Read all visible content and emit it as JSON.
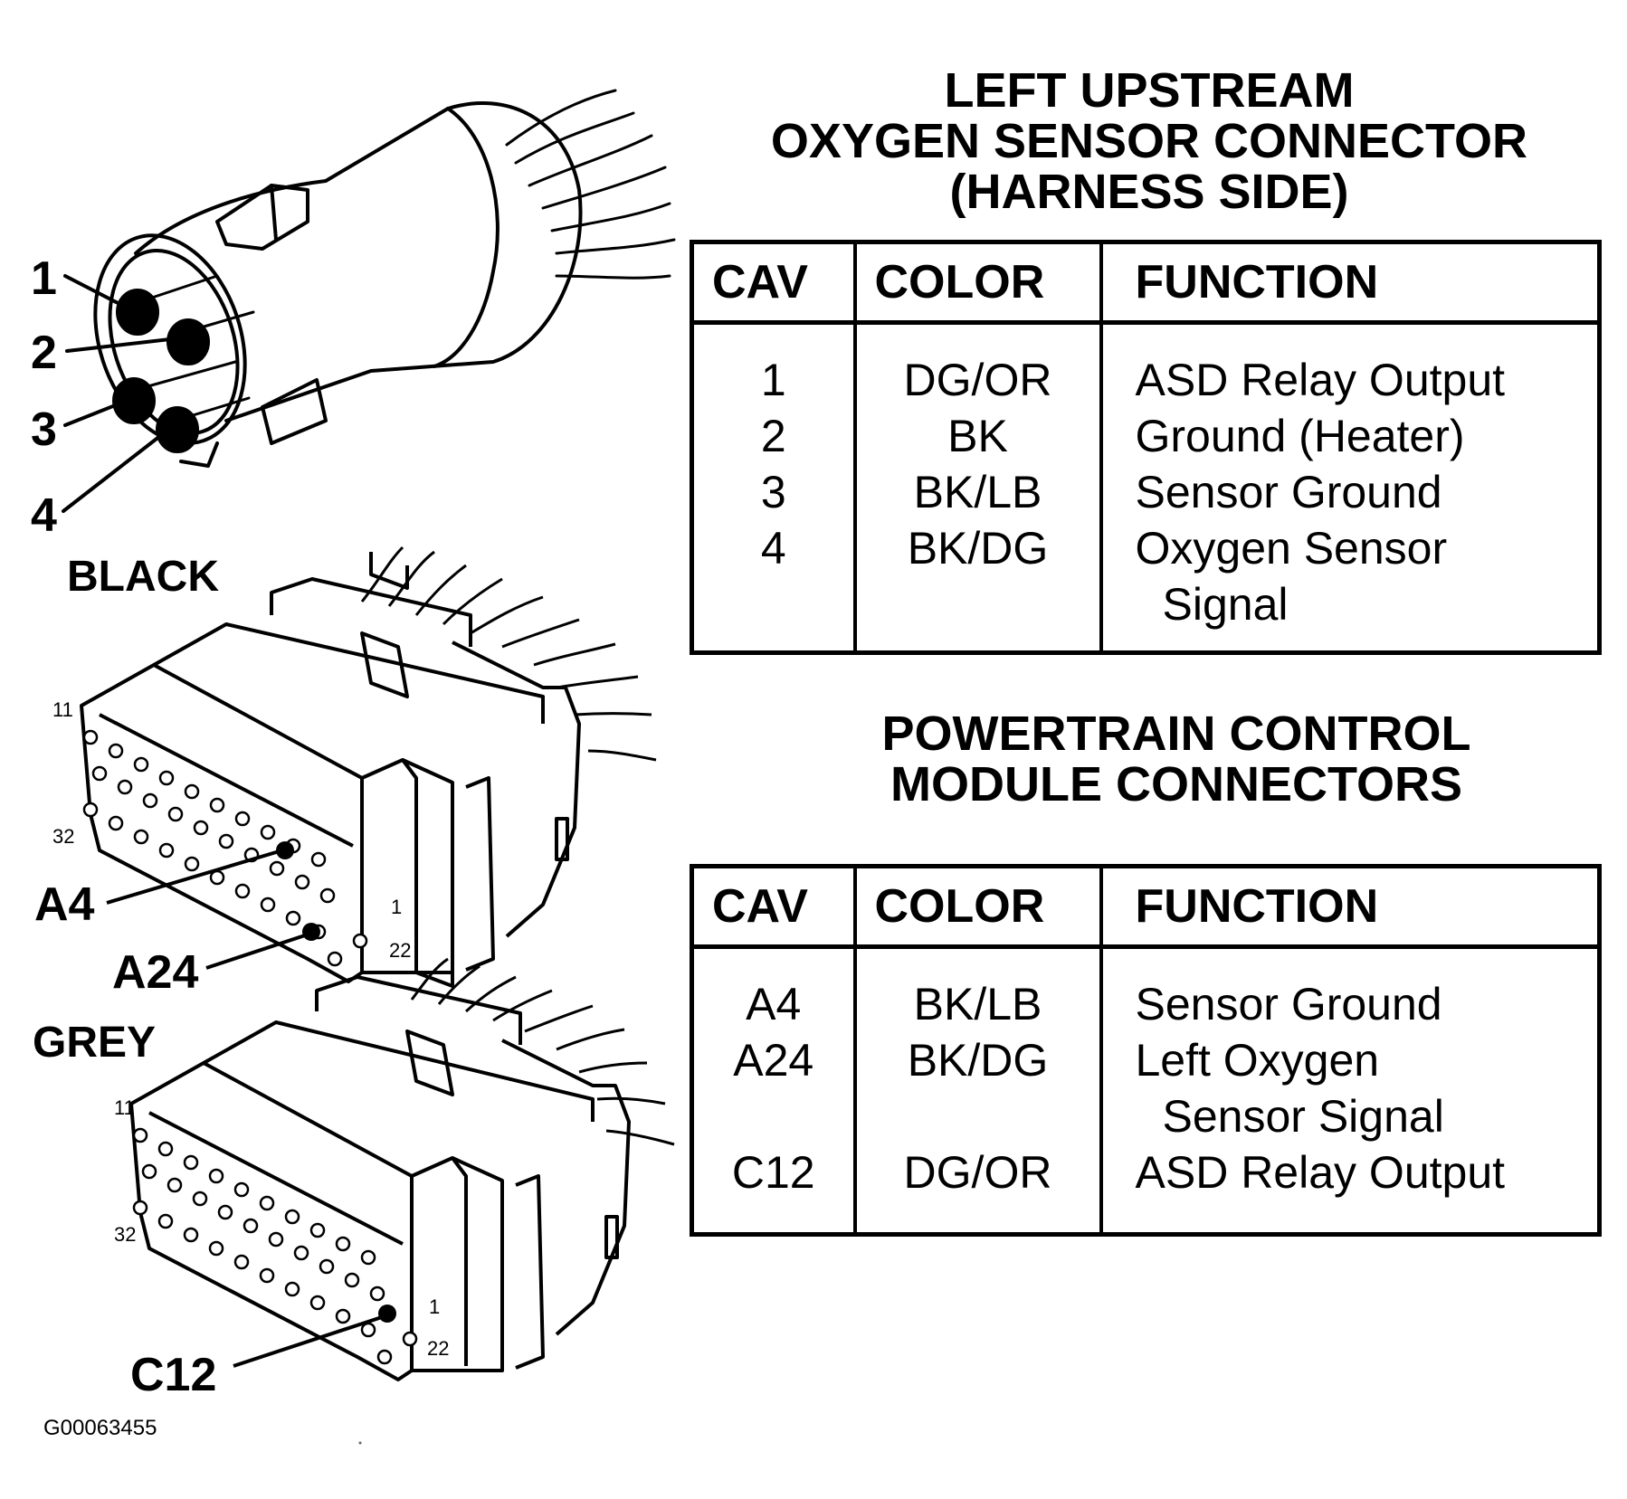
{
  "o2_section": {
    "title_lines": [
      "LEFT UPSTREAM",
      "OXYGEN SENSOR CONNECTOR",
      "(HARNESS SIDE)"
    ],
    "headers": [
      "CAV",
      "COLOR",
      "FUNCTION"
    ],
    "rows": [
      {
        "cav": "1",
        "color": "DG/OR",
        "function": [
          "ASD Relay Output"
        ]
      },
      {
        "cav": "2",
        "color": "BK",
        "function": [
          "Ground (Heater)"
        ]
      },
      {
        "cav": "3",
        "color": "BK/LB",
        "function": [
          "Sensor Ground"
        ]
      },
      {
        "cav": "4",
        "color": "BK/DG",
        "function": [
          "Oxygen Sensor",
          "Signal"
        ]
      }
    ]
  },
  "pcm_section": {
    "title_lines": [
      "POWERTRAIN CONTROL",
      "MODULE CONNECTORS"
    ],
    "headers": [
      "CAV",
      "COLOR",
      "FUNCTION"
    ],
    "rows": [
      {
        "cav": "A4",
        "color": "BK/LB",
        "function": [
          "Sensor Ground"
        ]
      },
      {
        "cav": "A24",
        "color": "BK/DG",
        "function": [
          "Left Oxygen",
          "Sensor Signal"
        ]
      },
      {
        "cav": "C12",
        "color": "DG/OR",
        "function": [
          "ASD Relay Output"
        ]
      }
    ]
  },
  "o2_pin_callouts": [
    "1",
    "2",
    "3",
    "4"
  ],
  "black_connector": {
    "label": "BLACK",
    "pin_numbers": [
      "11",
      "32",
      "1",
      "22"
    ],
    "callouts": [
      "A4",
      "A24"
    ]
  },
  "grey_connector": {
    "label": "GREY",
    "pin_numbers": [
      "11",
      "32",
      "1",
      "22"
    ],
    "callouts": [
      "C12"
    ]
  },
  "figure_id": "G00063455"
}
